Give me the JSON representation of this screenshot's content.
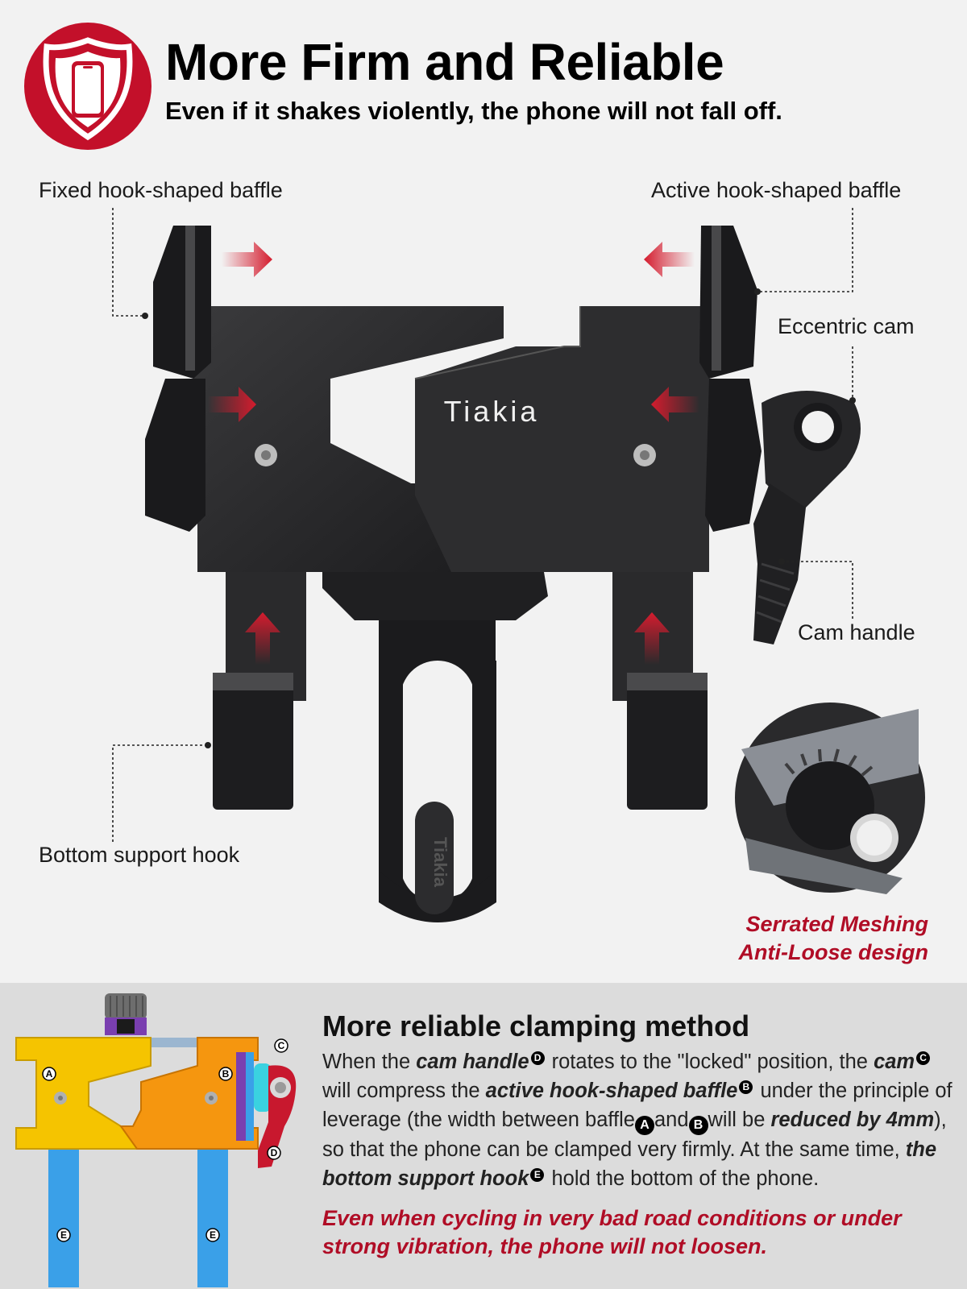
{
  "header": {
    "title": "More Firm and Reliable",
    "subtitle": "Even if it shakes violently, the phone will not fall off.",
    "badge_icon": "shield-phone-icon"
  },
  "callouts": {
    "fixed_baffle": "Fixed hook-shaped baffle",
    "active_baffle": "Active hook-shaped baffle",
    "eccentric_cam": "Eccentric cam",
    "cam_handle": "Cam handle",
    "bottom_hook": "Bottom support hook"
  },
  "product": {
    "brand_logo": "Tiakia",
    "clamp_logo": "Tiakia"
  },
  "detail": {
    "caption_line1": "Serrated Meshing",
    "caption_line2": "Anti-Loose design"
  },
  "diagram": {
    "labels": [
      "A",
      "B",
      "C",
      "D",
      "E",
      "E"
    ]
  },
  "method": {
    "heading": "More reliable clamping method",
    "t1": "When the ",
    "b1": "cam handle",
    "s1": "D",
    "t2": " rotates to the \"locked\" position, the ",
    "b2": "cam",
    "s2": "C",
    "t3": " will compress the ",
    "b3": "active hook-shaped baffle",
    "s3": "B",
    "t4": " under the principle of leverage (the width between baffle",
    "c1": "A",
    "t5": "and",
    "c2": "B",
    "t6": "will be ",
    "b4": "reduced by 4mm",
    "t7": "), so that the phone can be clamped very firmly. At the same time, ",
    "b5": "the bottom support hook",
    "s4": "E",
    "t8": " hold the bottom of the phone.",
    "warning": "Even when cycling in very bad road conditions or under strong vibration, the phone will not loosen."
  },
  "colors": {
    "accent_red": "#c3102a",
    "caption_red": "#b00d26",
    "diagram_yellow": "#f5c400",
    "diagram_orange": "#f5960f",
    "diagram_blue": "#3aa0e8",
    "diagram_purple": "#7a3fb0",
    "diagram_cyan": "#3ad2e0",
    "diagram_red": "#c8182e"
  }
}
